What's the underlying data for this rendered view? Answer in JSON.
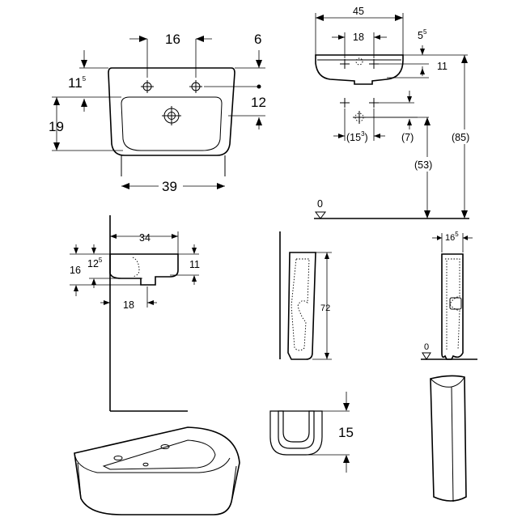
{
  "front_view": {
    "dim_tap_spacing": "16",
    "dim_top_offset": "6",
    "dim_tap_height_main": "11",
    "dim_tap_height_sup": "5",
    "dim_outlet_offset": "12",
    "dim_bowl_height": "19",
    "dim_width": "39"
  },
  "top_right_view": {
    "dim_width": "45",
    "dim_tap_spacing": "18",
    "dim_edge_main": "5",
    "dim_edge_sup": "5",
    "dim_depth": "11",
    "dim_inlet_main": "(15",
    "dim_inlet_sup": "3",
    "dim_inlet_close": ")",
    "dim_inlet_offset": "(7)",
    "dim_install_height": "(53)",
    "dim_total_height": "(85)",
    "floor_level": "0"
  },
  "side_view": {
    "dim_width": "34",
    "dim_a": "16",
    "dim_b_main": "12",
    "dim_b_sup": "5",
    "dim_depth": "11",
    "dim_outlet": "18"
  },
  "pedestal_section": {
    "dim_height": "72"
  },
  "pedestal_side": {
    "dim_width_main": "16",
    "dim_width_sup": "5",
    "floor_level": "0"
  },
  "half_pedestal": {
    "dim_height": "15"
  }
}
